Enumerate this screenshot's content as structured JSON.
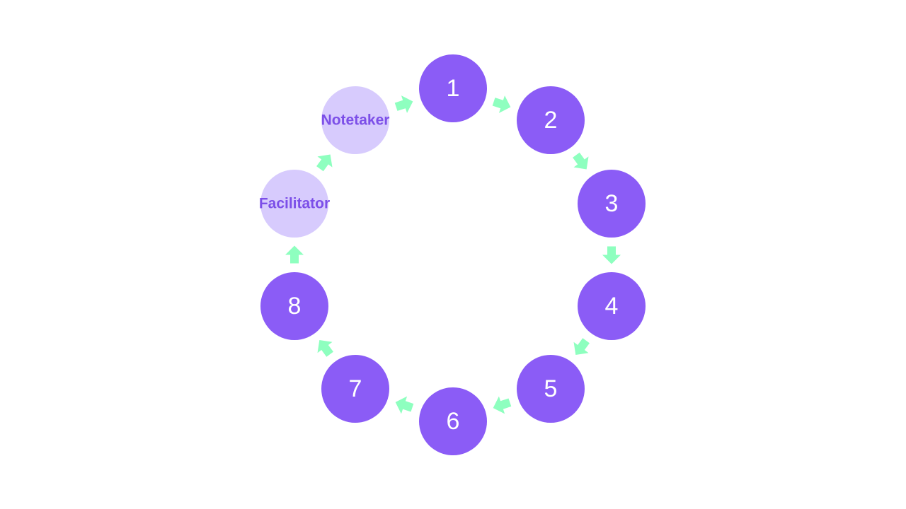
{
  "colors": {
    "primary_node": "#8b5cf6",
    "role_node": "#d7cbfd",
    "number_text": "#ffffff",
    "role_text": "#7c4fe8",
    "arrow": "#8effbf"
  },
  "nodes": [
    {
      "label": "1",
      "kind": "number"
    },
    {
      "label": "2",
      "kind": "number"
    },
    {
      "label": "3",
      "kind": "number"
    },
    {
      "label": "4",
      "kind": "number"
    },
    {
      "label": "5",
      "kind": "number"
    },
    {
      "label": "6",
      "kind": "number"
    },
    {
      "label": "7",
      "kind": "number"
    },
    {
      "label": "8",
      "kind": "number"
    },
    {
      "label": "Facilitator",
      "kind": "role"
    },
    {
      "label": "Notetaker",
      "kind": "role"
    }
  ]
}
